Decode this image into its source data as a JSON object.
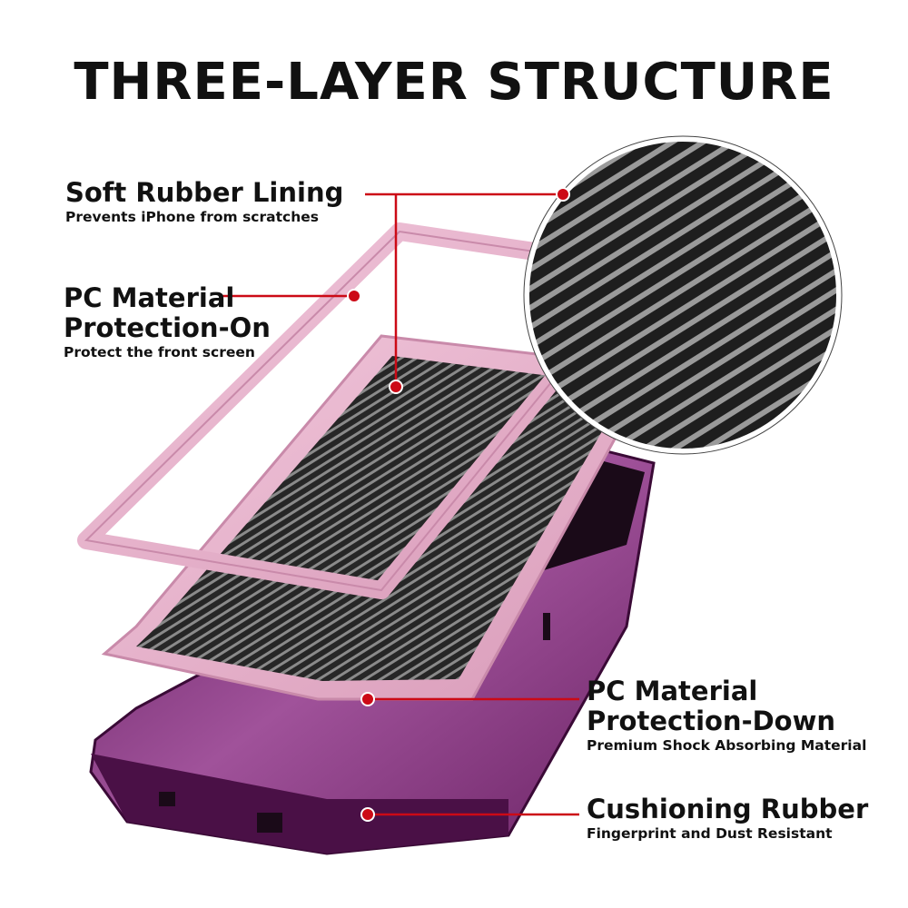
{
  "title": "THREE-LAYER STRUCTURE",
  "colors": {
    "callout_red": "#cc0a16",
    "frame_pink": "#e8b4cc",
    "shell_purple": "#7a2a70",
    "texture_dark": "#2a2a2a"
  },
  "callouts": [
    {
      "heading": "Soft Rubber Lining",
      "subtext": "Prevents iPhone from scratches"
    },
    {
      "heading_line1": "PC Material",
      "heading_line2": "Protection-On",
      "subtext": "Protect the front screen"
    },
    {
      "heading_line1": "PC Material",
      "heading_line2": "Protection-Down",
      "subtext": "Premium Shock Absorbing Material"
    },
    {
      "heading": "Cushioning Rubber",
      "subtext": "Fingerprint and Dust Resistant"
    }
  ]
}
